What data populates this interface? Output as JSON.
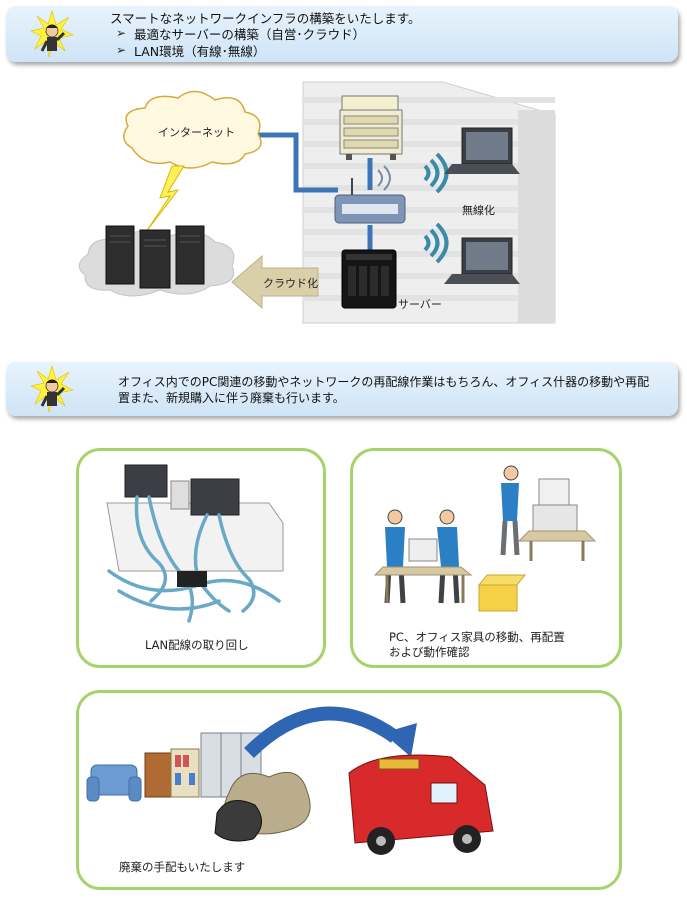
{
  "banner1": {
    "title": "スマートなネットワークインフラの構築をいたします。",
    "bullets": [
      "最適なサーバーの構築（自営･クラウド）",
      "LAN環境（有線･無線）"
    ],
    "bullet_mark": "➢"
  },
  "diagram": {
    "internet_label": "インターネット",
    "wireless_label": "無線化",
    "cloud_label": "クラウド化",
    "server_label": "サーバー"
  },
  "banner2": {
    "line1": "オフィス内でのPC関連の移動やネットワークの再配線作業はもちろん、オフィス什器の移動や再配",
    "line2": "置また、新規購入に伴う廃棄も行います。"
  },
  "cards": {
    "lan_caption": "LAN配線の取り回し",
    "move_caption_line1": "PC、オフィス家具の移動、再配置",
    "move_caption_line2": "および動作確認",
    "disposal_caption": "廃棄の手配もいたします"
  },
  "colors": {
    "banner_bg": "#d6e8f8",
    "card_border": "#a6d36a",
    "cable_blue": "#3d74b8",
    "cloud_arrow": "#d9cfa8"
  }
}
